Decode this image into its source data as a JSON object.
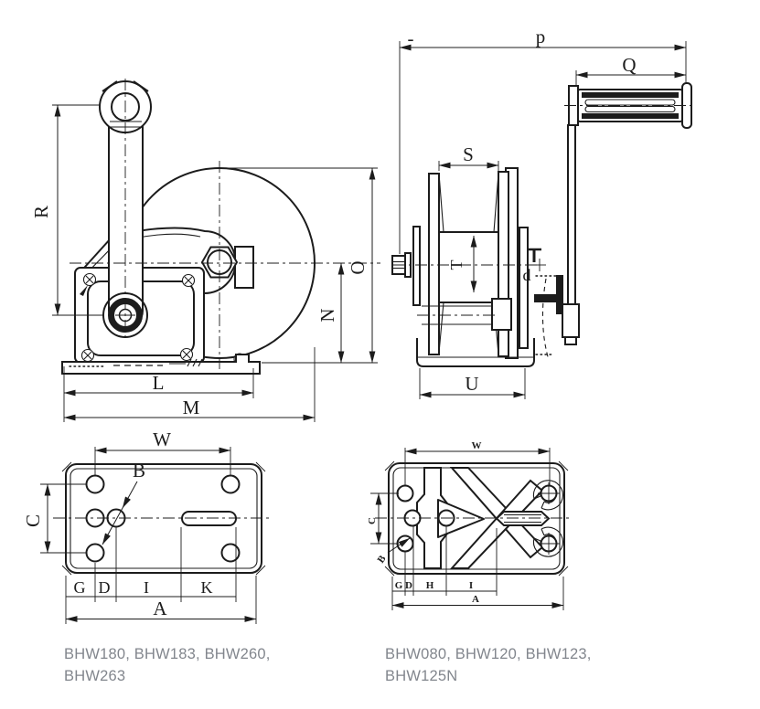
{
  "labels": {
    "side": {
      "R": "R",
      "O": "O",
      "N": "N",
      "L": "L",
      "M": "M"
    },
    "front": {
      "p": "p",
      "Q": "Q",
      "S": "S",
      "T": "T",
      "d": "d",
      "U": "U",
      "dash": "-"
    },
    "plate_a": {
      "W": "W",
      "B": "B",
      "C": "C",
      "G": "G",
      "D": "D",
      "I": "I",
      "K": "K",
      "A": "A"
    },
    "plate_b": {
      "W": "W",
      "B": "B",
      "C": "C",
      "G": "G",
      "D": "D",
      "H": "H",
      "I": "I",
      "A": "A"
    }
  },
  "captions": {
    "left": "BHW180, BHW183, BHW260, BHW263",
    "right": "BHW080, BHW120, BHW123, BHW125N"
  },
  "colors": {
    "line": "#1c1c1c",
    "caption_text": "#82868D",
    "background": "#ffffff"
  }
}
